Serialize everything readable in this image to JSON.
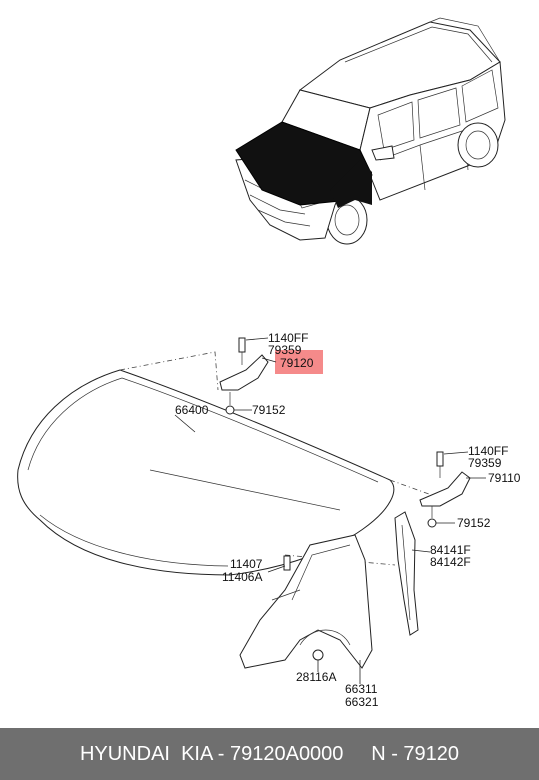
{
  "labels": {
    "l1140ff_a": "1140FF",
    "l79359_a": "79359",
    "l79120": "79120",
    "l66400": "66400",
    "l79152_a": "79152",
    "l1140ff_b": "1140FF",
    "l79359_b": "79359",
    "l79110": "79110",
    "l79152_b": "79152",
    "l84141f": "84141F",
    "l84142f": "84142F",
    "l11407": "11407",
    "l11406a": "11406A",
    "l28116a": "28116A",
    "l66311": "66311",
    "l66321": "66321"
  },
  "highlight_color": "#f58a8a",
  "footer": {
    "text": "HYUNDAI  KIA - 79120A0000     N - 79120"
  }
}
